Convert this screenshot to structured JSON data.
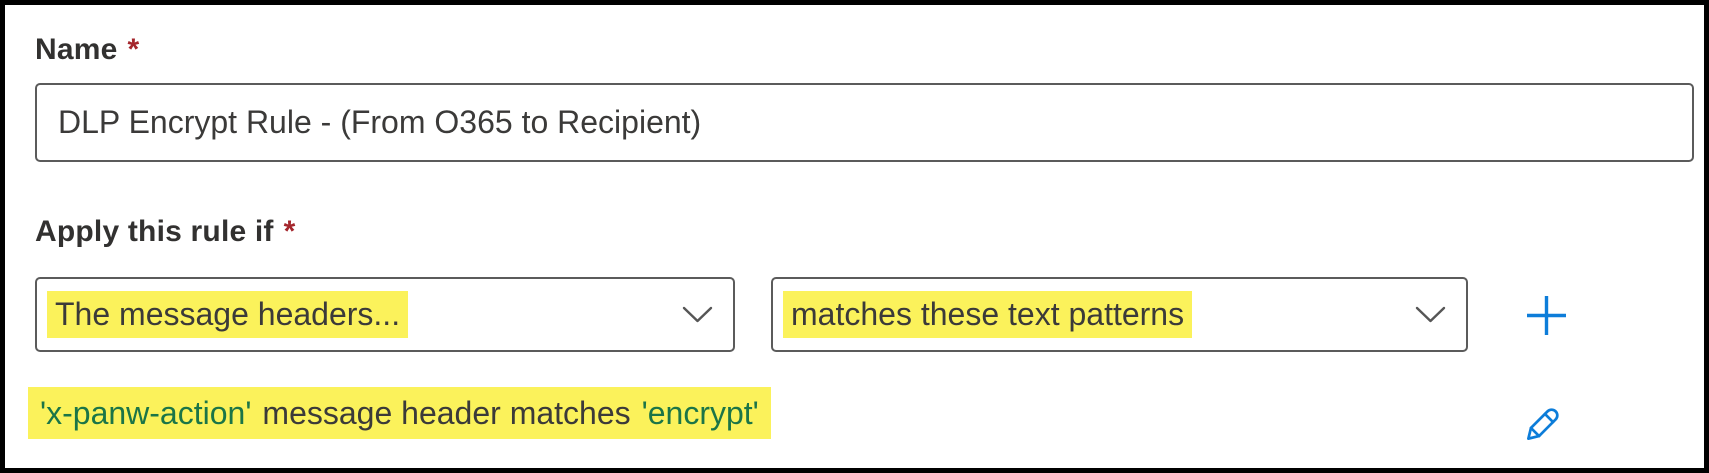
{
  "colors": {
    "highlight_yellow": "#fbf25b",
    "quoted_green": "#1b7547",
    "accent_blue": "#0d7dd9",
    "required_red": "#a4262c",
    "text_dark": "#3b3a39",
    "border_gray": "#5b5b5b"
  },
  "form": {
    "name_field": {
      "label": "Name",
      "required_marker": "*",
      "value": "DLP Encrypt Rule - (From O365 to Recipient)"
    },
    "condition_section": {
      "label": "Apply this rule if",
      "required_marker": "*",
      "property_dropdown": {
        "selected": "The message headers...",
        "icon": "chevron-down-icon"
      },
      "operator_dropdown": {
        "selected": "matches these text patterns",
        "icon": "chevron-down-icon"
      },
      "add_condition_button": {
        "icon": "plus-icon"
      },
      "summary": {
        "header_name": "'x-panw-action'",
        "middle_text": "message header matches",
        "header_value": "'encrypt'"
      },
      "edit_button": {
        "icon": "pencil-icon"
      }
    }
  }
}
